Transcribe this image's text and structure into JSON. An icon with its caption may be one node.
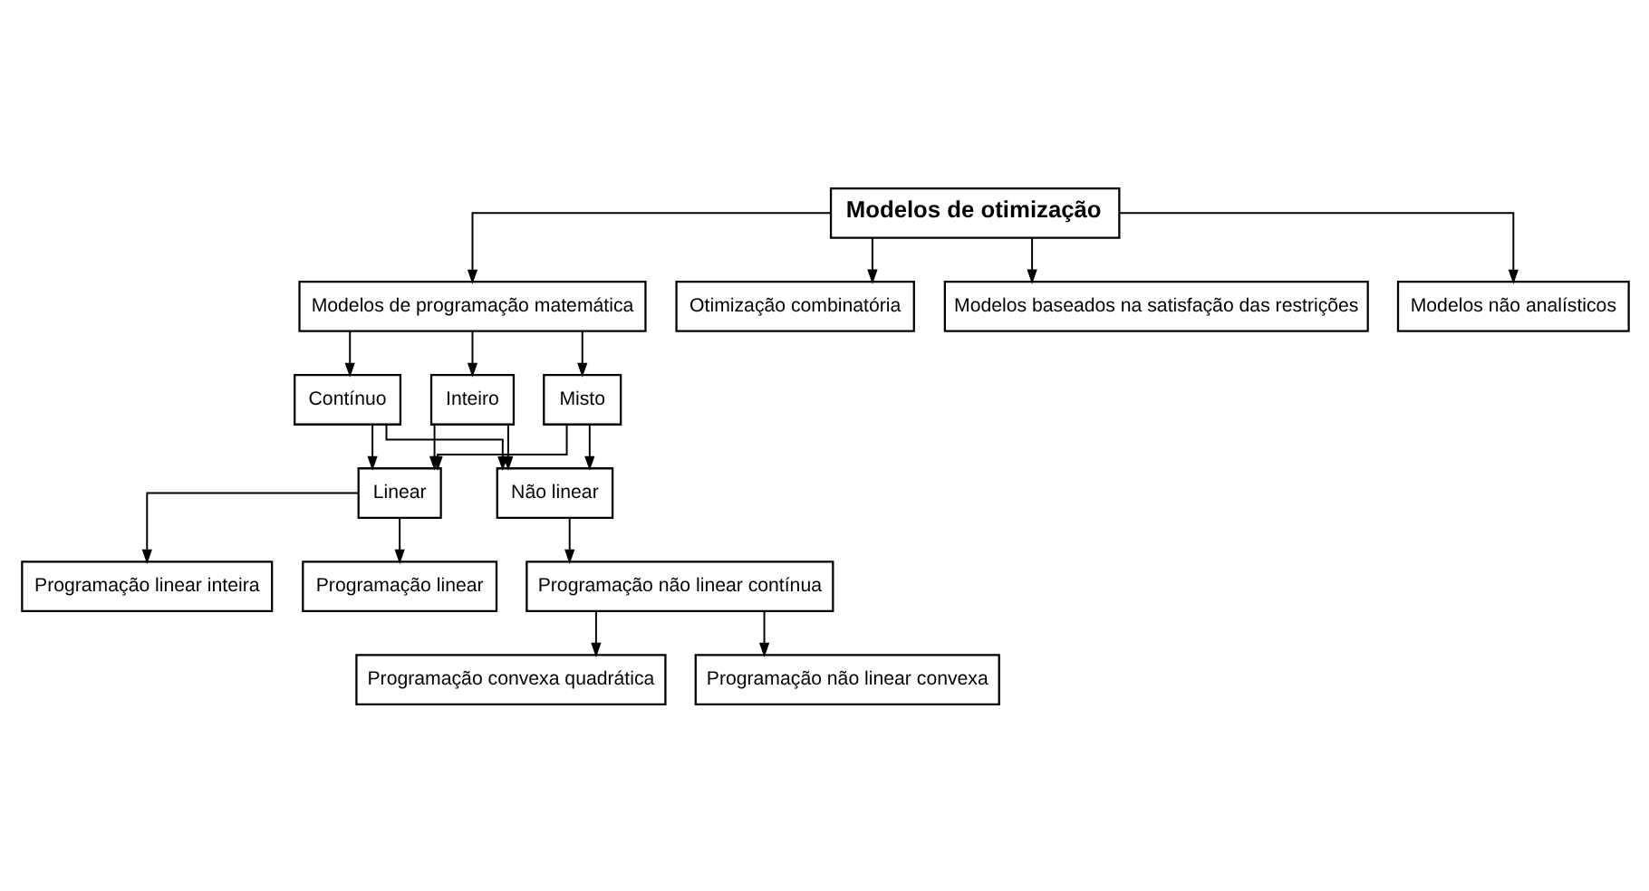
{
  "diagram": {
    "nodes": [
      {
        "text": [
          "Modelos de otimização"
        ]
      },
      {
        "text": [
          "Modelos de programação matemática"
        ]
      },
      {
        "text": [
          "Otimização combinatória"
        ]
      },
      {
        "text": [
          "Modelos baseados na satisfação das restrições"
        ]
      },
      {
        "text": [
          "Modelos não analísticos"
        ]
      },
      {
        "text": [
          "Contínuo"
        ]
      },
      {
        "text": [
          "Inteiro"
        ]
      },
      {
        "text": [
          "Misto"
        ]
      },
      {
        "text": [
          "Linear"
        ]
      },
      {
        "text": [
          "Não linear"
        ]
      },
      {
        "text": [
          "Programação linear"
        ]
      },
      {
        "text": [
          "Programação linear inteira"
        ]
      },
      {
        "text": [
          "Programação não linear contínua"
        ]
      },
      {
        "text": [
          "Programação convexa quadrática"
        ]
      },
      {
        "text": [
          "Programação não linear convexa"
        ]
      }
    ],
    "edges": [
      {
        "from": 0,
        "to": 1,
        "arrow": "to"
      },
      {
        "from": 0,
        "to": 2,
        "arrow": "to"
      },
      {
        "from": 0,
        "to": 3,
        "arrow": "to"
      },
      {
        "from": 0,
        "to": 4,
        "arrow": "to"
      },
      {
        "from": 1,
        "to": 5,
        "arrow": "to"
      },
      {
        "from": 1,
        "to": 6,
        "arrow": "to"
      },
      {
        "from": 1,
        "to": 7,
        "arrow": "to"
      },
      {
        "from": 5,
        "to": 8,
        "arrow": "to"
      },
      {
        "from": 5,
        "to": 9,
        "arrow": "to"
      },
      {
        "from": 6,
        "to": 8,
        "arrow": "to"
      },
      {
        "from": 6,
        "to": 9,
        "arrow": "to"
      },
      {
        "from": 7,
        "to": 8,
        "arrow": "to"
      },
      {
        "from": 7,
        "to": 9,
        "arrow": "to"
      },
      {
        "from": 8,
        "to": 10,
        "arrow": "to"
      },
      {
        "from": 8,
        "to": 11,
        "arrow": "to"
      },
      {
        "from": 9,
        "to": 12,
        "arrow": "to"
      },
      {
        "from": 12,
        "to": 13,
        "arrow": "to"
      },
      {
        "from": 12,
        "to": 14,
        "arrow": "to"
      }
    ]
  }
}
